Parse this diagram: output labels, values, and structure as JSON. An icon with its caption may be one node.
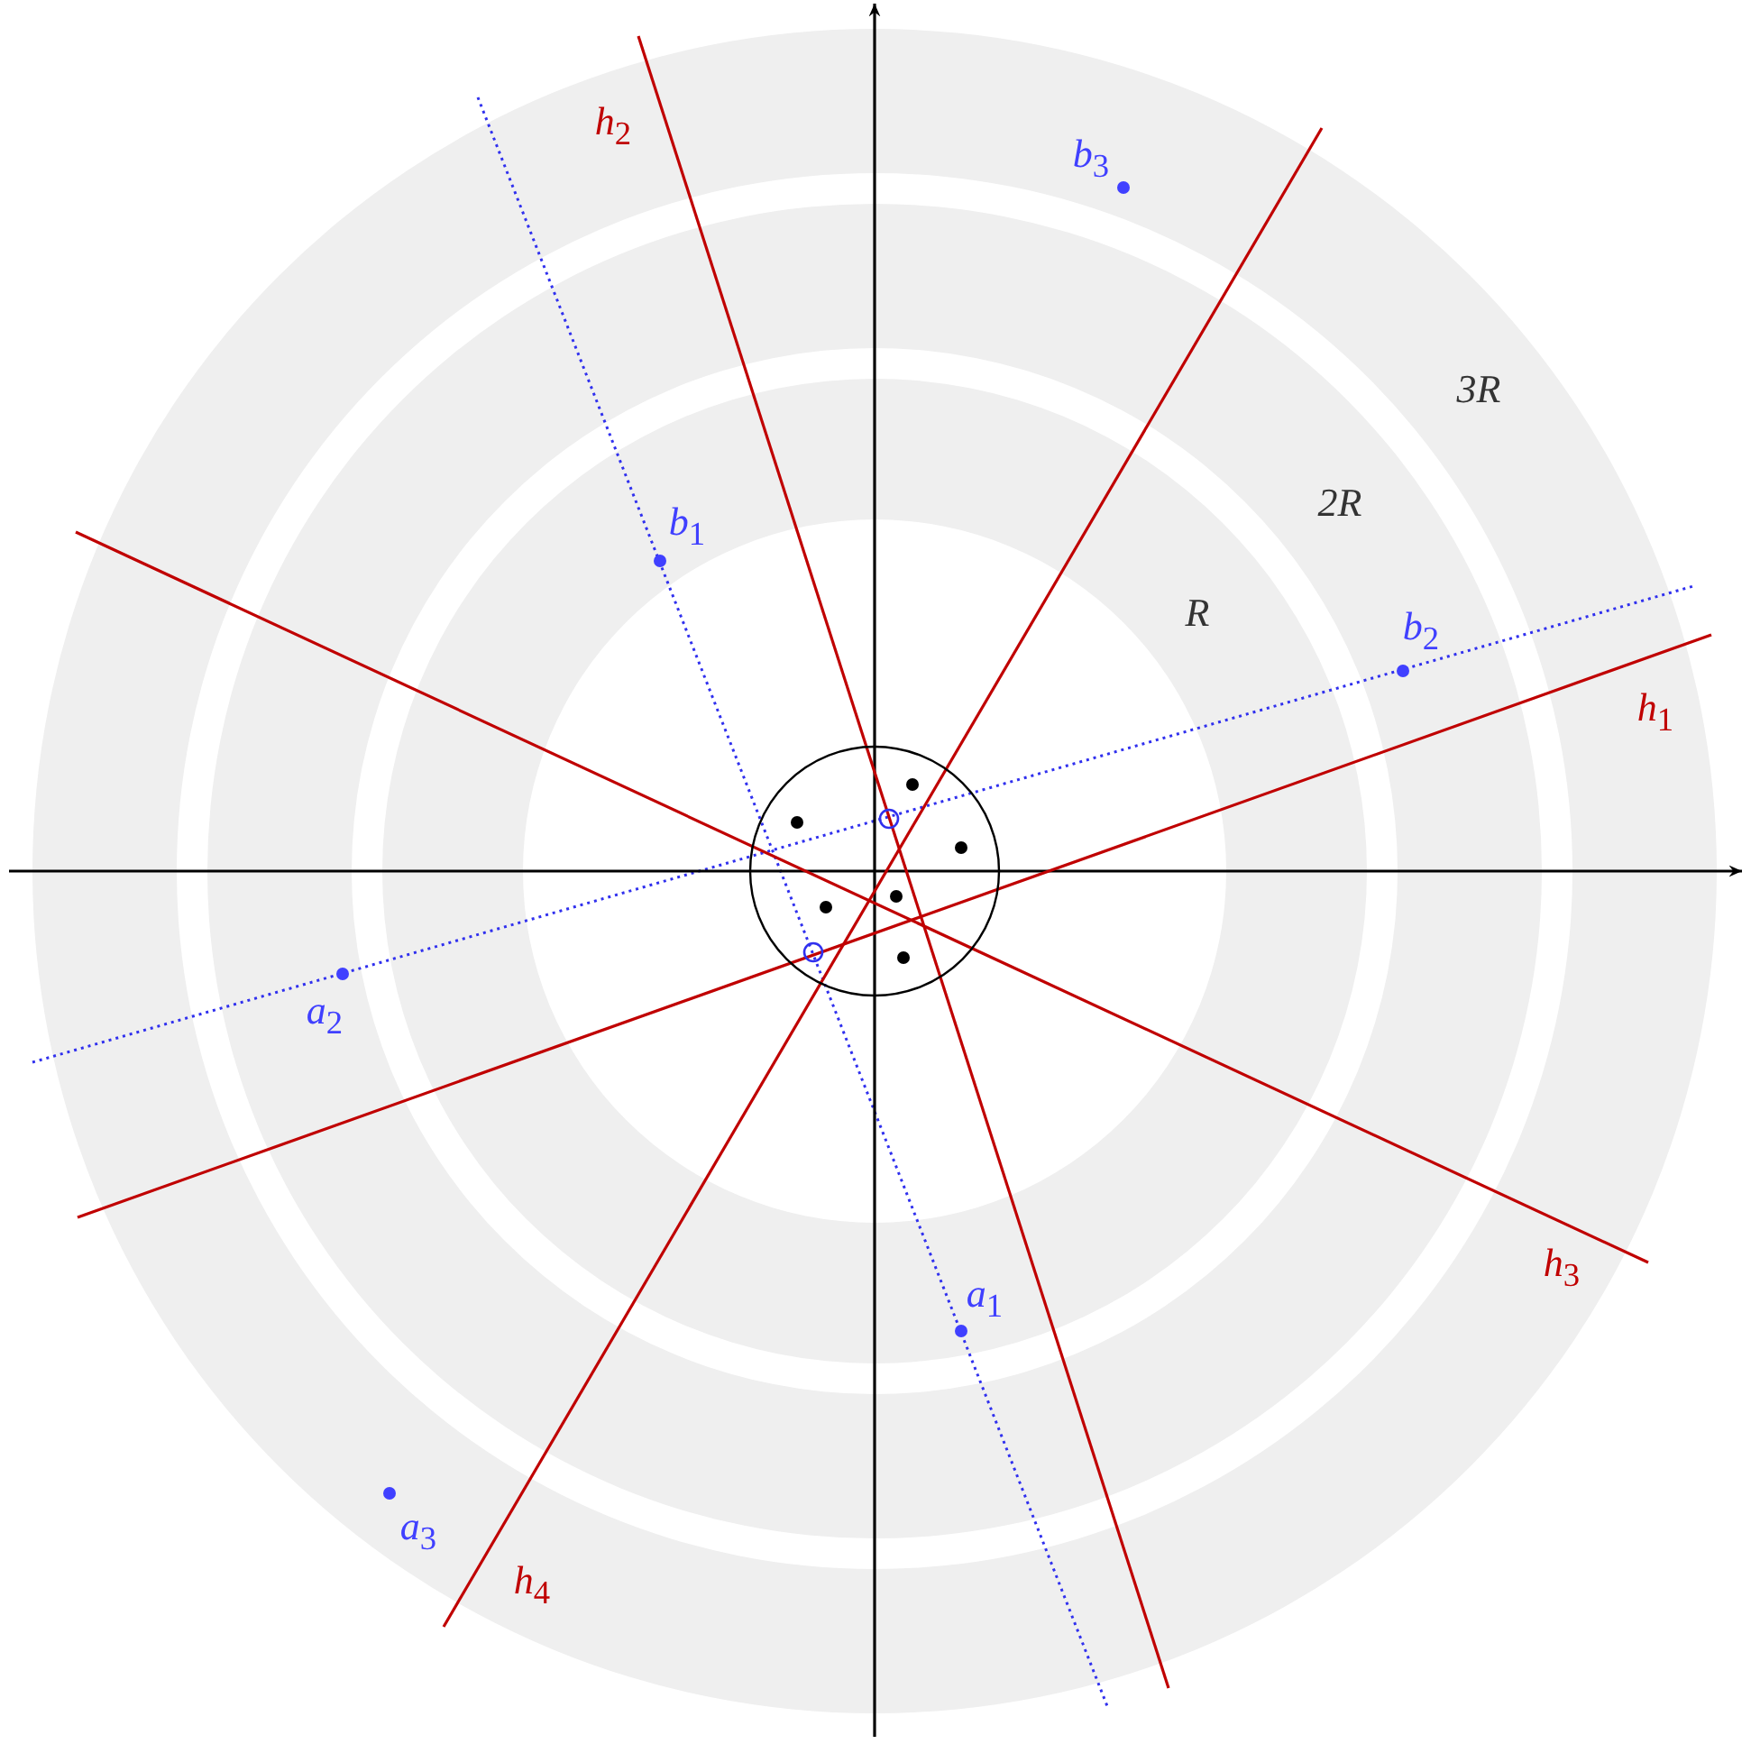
{
  "diagram": {
    "labels": [
      "*h*$_{2}$",
      "*b*$_{3}$",
      "3R",
      "2R",
      "*b*$_{1}$",
      "R",
      "*b*$_{2}$",
      "*h*$_{1}$",
      "*a*$_{2}$",
      "*h*$_{3}$",
      "*a*$_{1}$",
      "*a*$_{3}$",
      "*h*$_{4}$"
    ]
  }
}
